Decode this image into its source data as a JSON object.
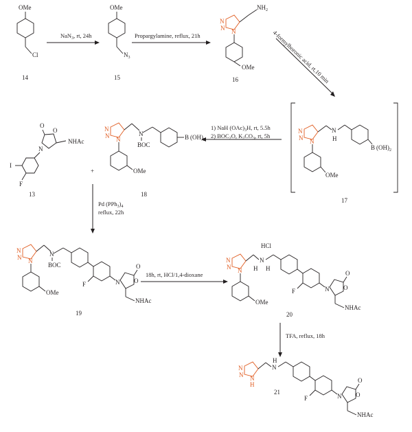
{
  "compounds": [
    {
      "id": "c14",
      "number": "14"
    },
    {
      "id": "c15",
      "number": "15"
    },
    {
      "id": "c16",
      "number": "16"
    },
    {
      "id": "c17",
      "number": "17"
    },
    {
      "id": "c18",
      "number": "18"
    },
    {
      "id": "c13",
      "number": "13"
    },
    {
      "id": "c19",
      "number": "19"
    },
    {
      "id": "c20",
      "number": "20"
    },
    {
      "id": "c21",
      "number": "21"
    }
  ],
  "reagents": {
    "r1": "NaN",
    "r1_sub": "3",
    "r1_rest": ", rt, 24h",
    "r2": "Propargylamine, reflux, 21h",
    "r3": "4-formylboronic acid, rt,10 min",
    "r4a": "1) NaH (OAc)",
    "r4a_sub": "3",
    "r4a_rest": "H, rt, 5.5h",
    "r4b": "2) BOC",
    "r4b_sub1": "2",
    "r4b_mid": "O, K",
    "r4b_sub2": "2",
    "r4b_mid2": "CO",
    "r4b_sub3": "3",
    "r4b_rest": ", rt, 5h",
    "r5a": "Pd (PPh",
    "r5a_sub": "3",
    "r5a_rest": ")",
    "r5a_sub2": "4",
    "r5b": "reflux, 22h",
    "r6": "18h, rt, HCl/1,4-dioxane",
    "r7": "TFA, reflux, 18h"
  },
  "groups": {
    "ome": "OMe",
    "cl": "Cl",
    "n3": "N",
    "n3_sub": "3",
    "nh2": "NH",
    "nh2_sub": "2",
    "nhac": "NHAc",
    "boc": "BOC",
    "b": "B",
    "boh2": "(OH)",
    "boh2_sub": "2",
    "n": "N",
    "h": "H",
    "hcl": "HCl",
    "o": "O",
    "f": "F",
    "i": "I",
    "plus": "+"
  }
}
